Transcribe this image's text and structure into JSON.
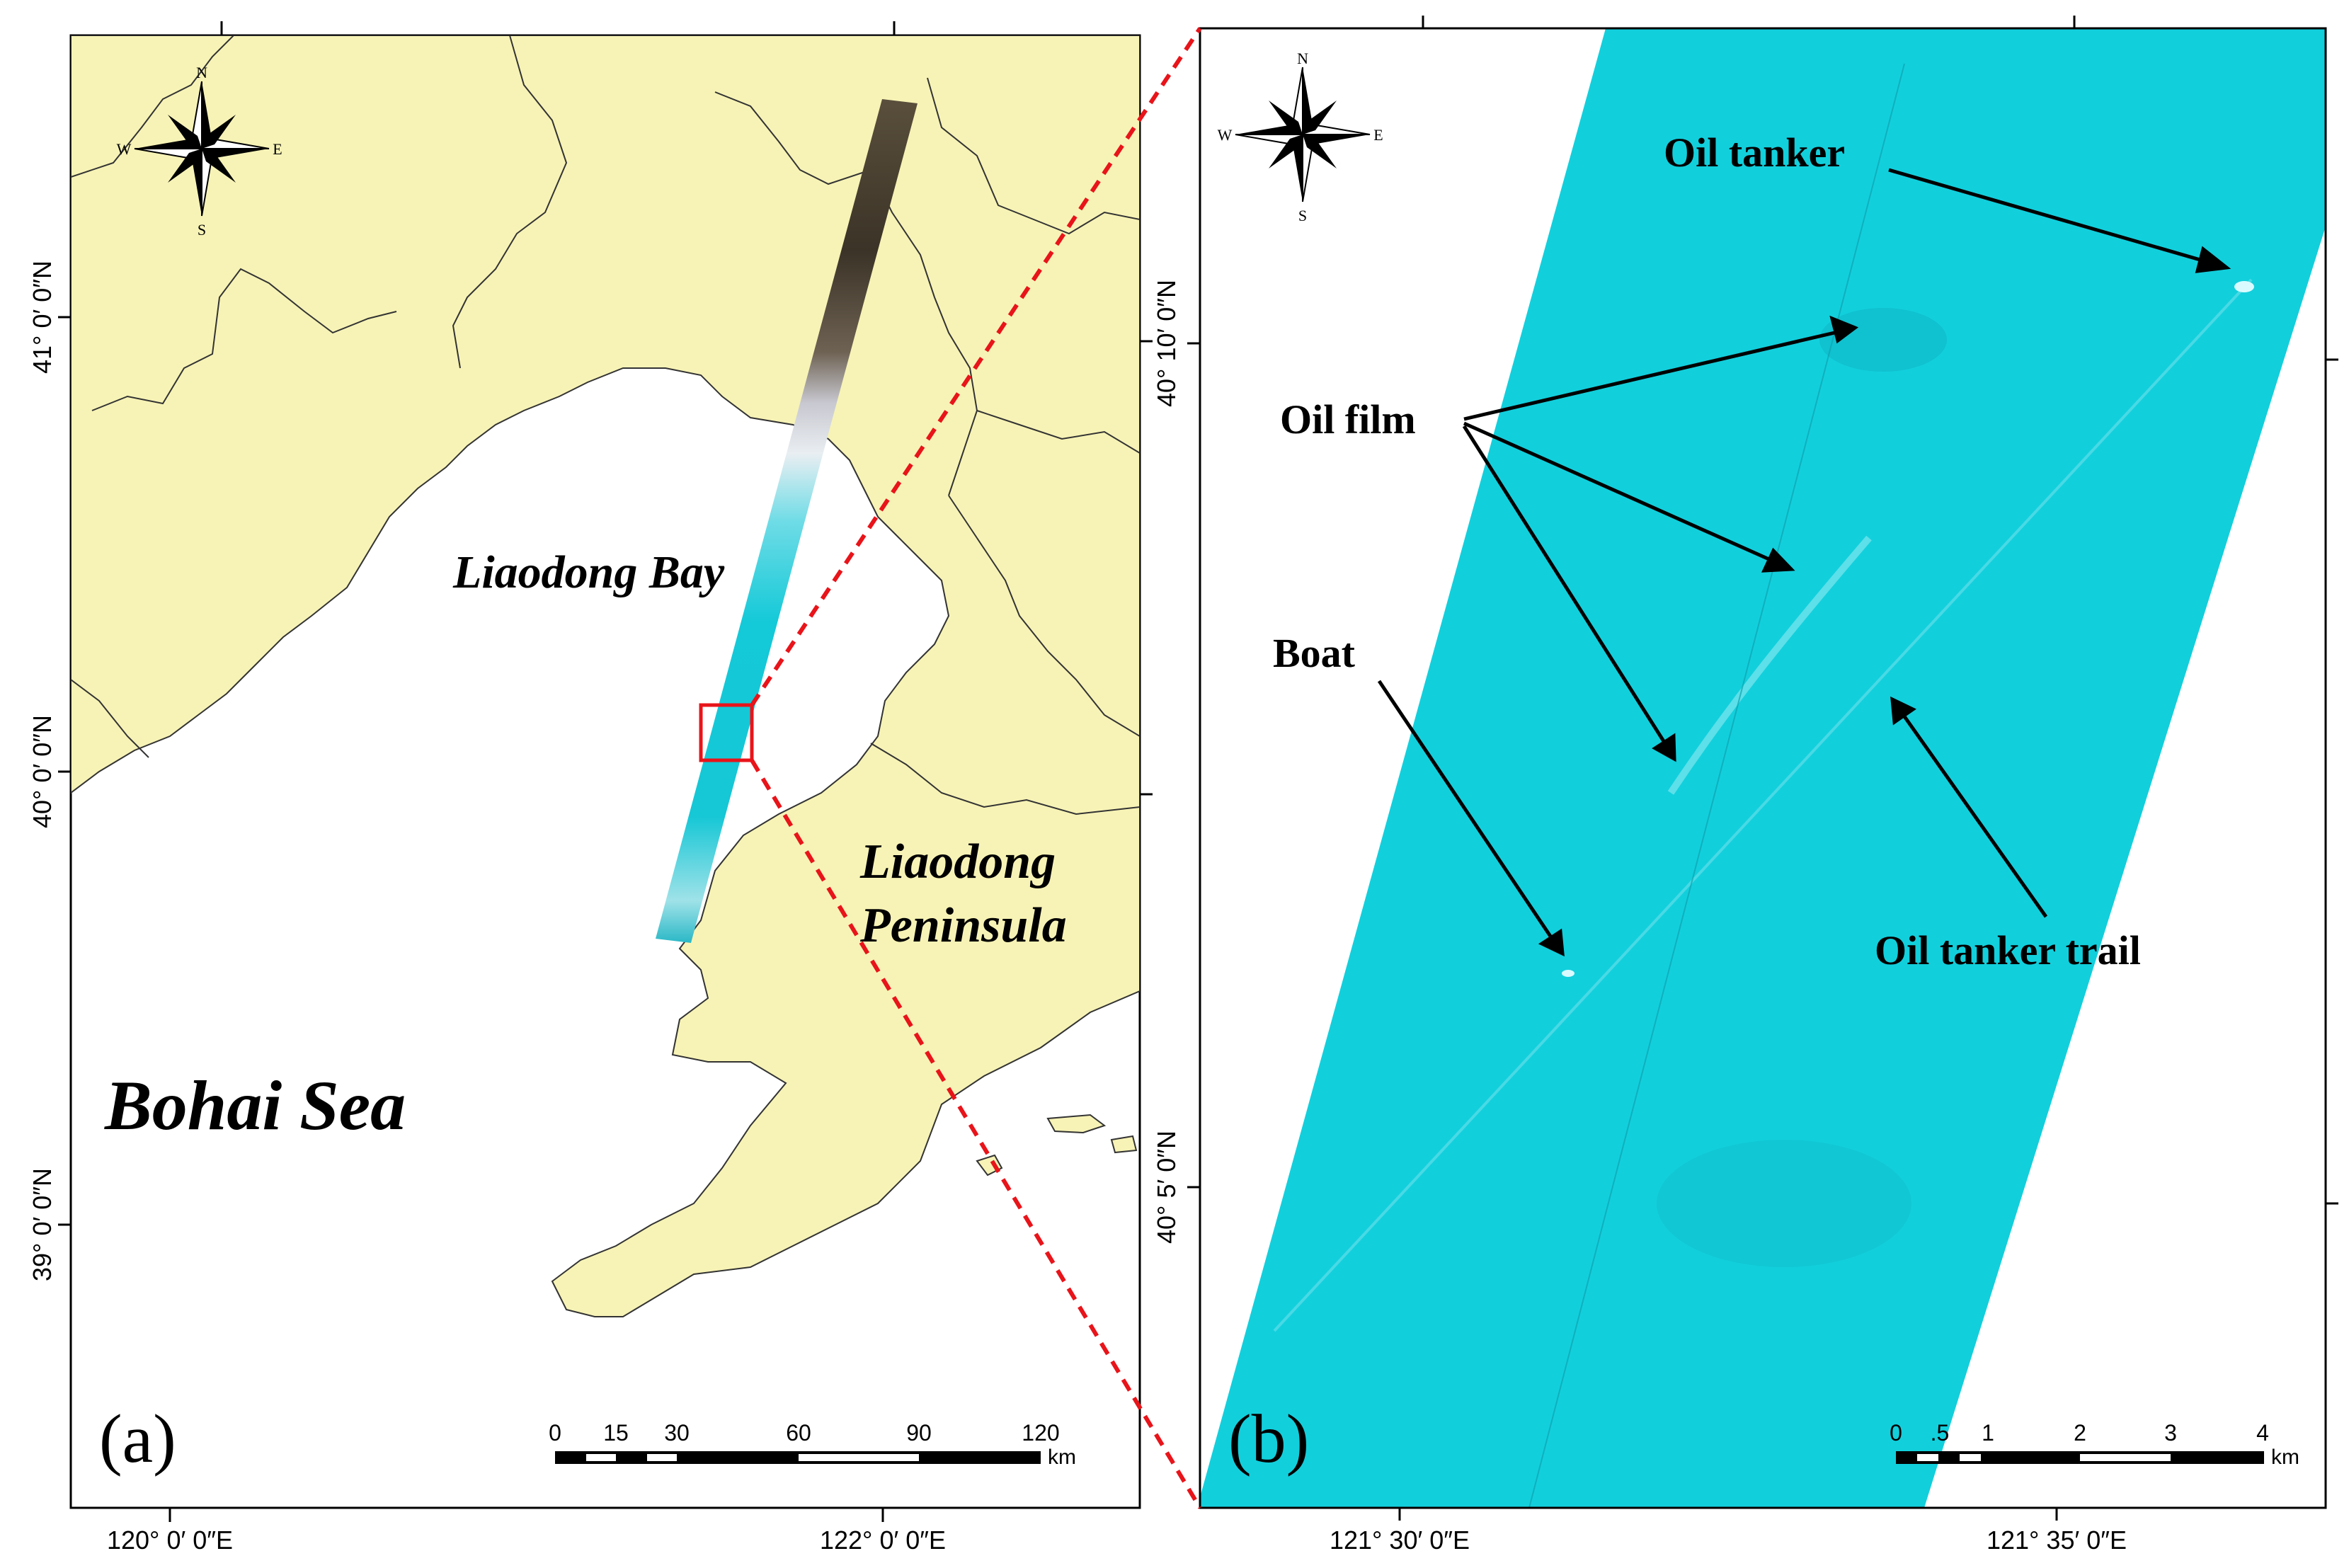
{
  "panel_a": {
    "label": "(a)",
    "place_labels": {
      "bay": "Liaodong Bay",
      "peninsula_line1": "Liaodong",
      "peninsula_line2": "Peninsula",
      "sea": "Bohai Sea"
    },
    "lat_ticks": [
      "41° 0′ 0″N",
      "40° 0′ 0″N",
      "39° 0′ 0″N"
    ],
    "lon_ticks": [
      "120° 0′ 0″E",
      "122° 0′ 0″E"
    ],
    "scale_bar": {
      "labels": [
        "0",
        "15",
        "30",
        "60",
        "90",
        "120"
      ],
      "unit": "km"
    },
    "compass": {
      "n": "N",
      "s": "S",
      "e": "E",
      "w": "W"
    }
  },
  "panel_b": {
    "label": "(b)",
    "annotations": {
      "oil_tanker": "Oil tanker",
      "oil_film": "Oil film",
      "boat": "Boat",
      "trail": "Oil tanker trail"
    },
    "lat_ticks": [
      "40° 10′ 0″N",
      "40° 5′ 0″N"
    ],
    "lon_ticks": [
      "121° 30′ 0″E",
      "121° 35′ 0″E"
    ],
    "scale_bar": {
      "labels": [
        "0",
        ".5",
        "1",
        "2",
        "3",
        "4"
      ],
      "unit": "km"
    },
    "compass": {
      "n": "N",
      "s": "S",
      "e": "E",
      "w": "W"
    }
  },
  "colors": {
    "land": "#f7f3b6",
    "sea": "#ffffff",
    "imagery": "#12cfdc",
    "roi_box": "#e8141a",
    "guide_line": "#e8141a"
  }
}
